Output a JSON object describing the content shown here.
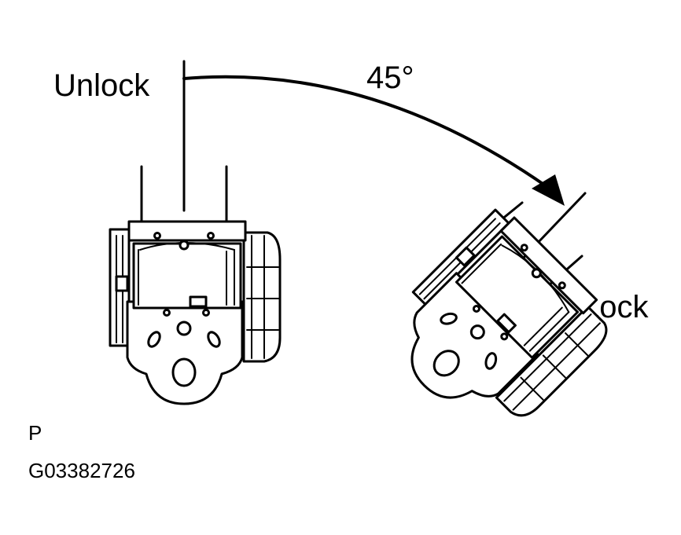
{
  "labels": {
    "unlock": "Unlock",
    "lock": "Lock",
    "angle": "45°",
    "view": "P",
    "code": "G03382726"
  },
  "colors": {
    "ink": "#000000",
    "paper": "#ffffff"
  }
}
